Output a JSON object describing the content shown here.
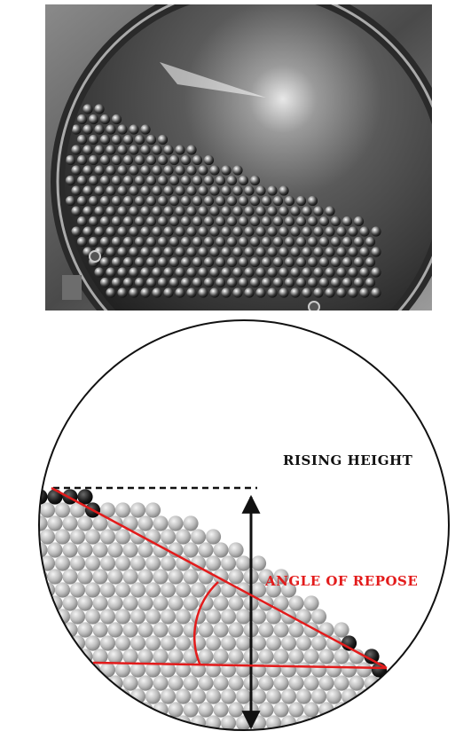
{
  "diagram": {
    "labels": {
      "rising_height": "RISING  HEIGHT",
      "angle_of_repose": "ANGLE  OF  REPOSE"
    },
    "colors": {
      "annotation_red": "#e31b1b",
      "annotation_black": "#111111",
      "outline": "#111111"
    }
  },
  "photo": {
    "description_icon": "rotating-drum-photo"
  }
}
